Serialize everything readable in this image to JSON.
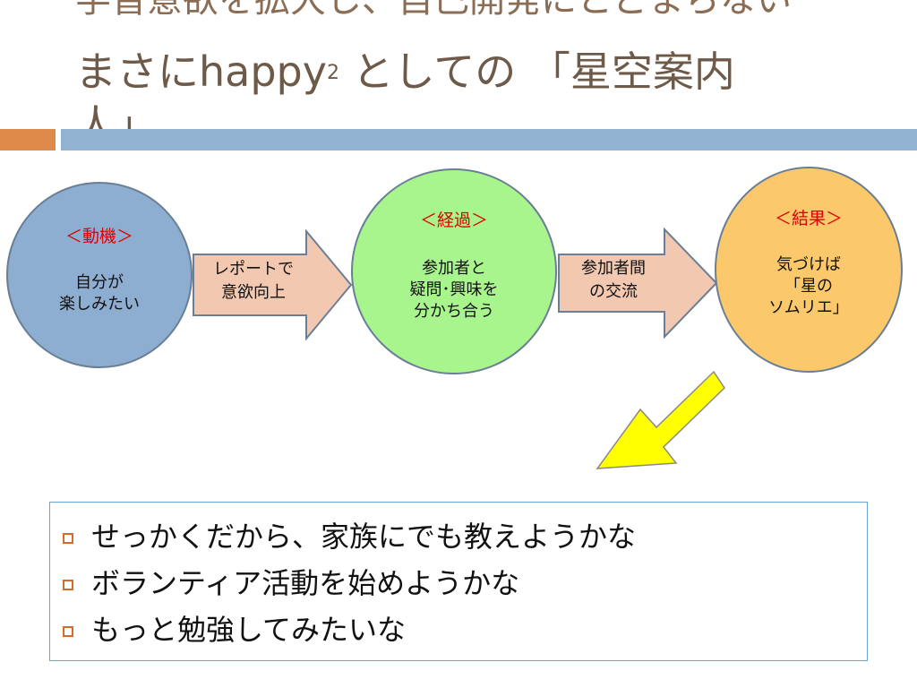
{
  "slide": {
    "title_line1": "学習意欲を拡大し、自己開発にとどまらない",
    "title_line2_pre": "まさにhappy",
    "title_line2_sup": "2",
    "title_line2_post": " としての 「星空案内",
    "title_line3": "人」"
  },
  "flow": {
    "step1": {
      "head": "＜動機＞",
      "line1": "自分が",
      "line2": "楽しみたい"
    },
    "arrow1": {
      "line1": "レポートで",
      "line2": "意欲向上"
    },
    "step2": {
      "head": "＜経過＞",
      "line1": "参加者と",
      "line2": "疑問･興味を",
      "line3": "分かち合う"
    },
    "arrow2": {
      "line1": "参加者間",
      "line2": "の交流"
    },
    "step3": {
      "head": "＜結果＞",
      "line1": "気づけば",
      "line2": "「星の",
      "line3": "ソムリエ」"
    }
  },
  "statements": [
    "せっかくだから、家族にでも教えようかな",
    "ボランティア活動を始めようかな",
    "もっと勉強してみたいな"
  ],
  "colors": {
    "motive": "#8eaed1",
    "process": "#a9f58d",
    "result": "#fbc96b",
    "arrow": "#f2c9b0",
    "pointer": "#ffff00",
    "heading": "#e00000"
  }
}
